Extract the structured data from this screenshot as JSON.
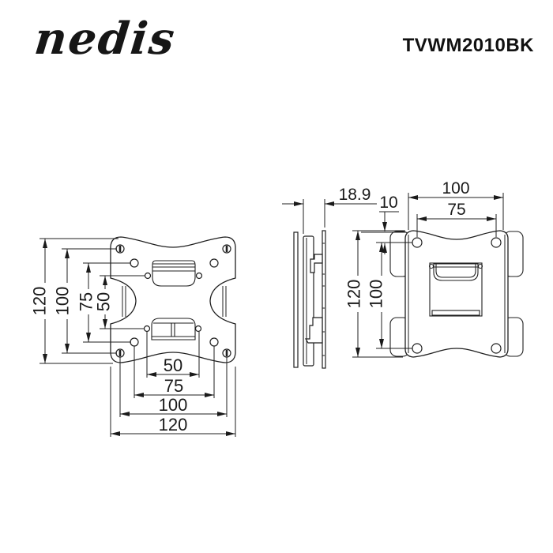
{
  "header": {
    "brand": "nedis",
    "product_code": "TVWM2010BK"
  },
  "views": {
    "front": {
      "left_dims": [
        "120",
        "100",
        "75",
        "50"
      ],
      "bottom_dims": [
        "50",
        "75",
        "100",
        "120"
      ]
    },
    "side": {
      "depth": "18.9"
    },
    "rear": {
      "width": "100",
      "hole_spacing_horizontal": "75",
      "top_hole_offset": "10",
      "height": "120",
      "hole_spacing_vertical": "100"
    }
  },
  "colors": {
    "line": "#1f1f1f",
    "background": "#ffffff"
  }
}
